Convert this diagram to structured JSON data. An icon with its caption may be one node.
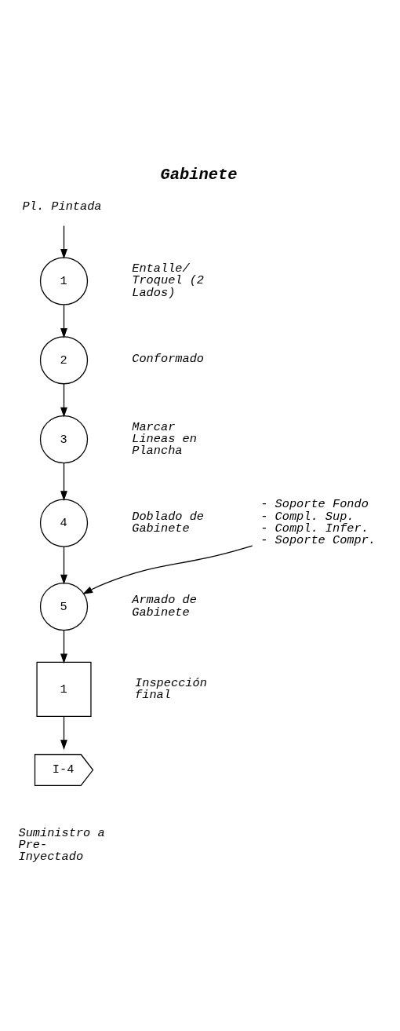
{
  "diagram": {
    "title": "Gabinete",
    "nodes": [
      {
        "text": [
          "Pl. Pintada"
        ]
      },
      {
        "text": [
          "1"
        ],
        "beside": [
          "Entalle/ Troquel (2 Lados)"
        ]
      },
      {
        "text": [
          "2"
        ],
        "beside": [
          "Conformado"
        ]
      },
      {
        "text": [
          "3"
        ],
        "beside": [
          "Marcar Lineas en Plancha"
        ]
      },
      {
        "text": [
          "4"
        ],
        "beside": [
          "Doblado de Gabinete"
        ]
      },
      {
        "text": [
          "5"
        ],
        "beside": [
          "Armado de Gabinete"
        ]
      },
      {
        "text": [
          "1"
        ],
        "beside": [
          "Inspección final"
        ]
      },
      {
        "text": [
          "I-4"
        ],
        "beside": [
          "Suministro a Pre-Inyectado"
        ]
      },
      {
        "text": [
          "- Soporte Fondo",
          "- Compl. Sup.",
          "- Compl. Infer.",
          "- Soporte Compr."
        ]
      }
    ],
    "edges": [
      {
        "from": 0,
        "to": 1,
        "arrow": "to"
      },
      {
        "from": 1,
        "to": 2,
        "arrow": "to"
      },
      {
        "from": 2,
        "to": 3,
        "arrow": "to"
      },
      {
        "from": 3,
        "to": 4,
        "arrow": "to"
      },
      {
        "from": 4,
        "to": 5,
        "arrow": "to"
      },
      {
        "from": 5,
        "to": 6,
        "arrow": "to"
      },
      {
        "from": 6,
        "to": 7,
        "arrow": "to"
      },
      {
        "from": 8,
        "to": 5,
        "arrow": "to"
      }
    ]
  }
}
